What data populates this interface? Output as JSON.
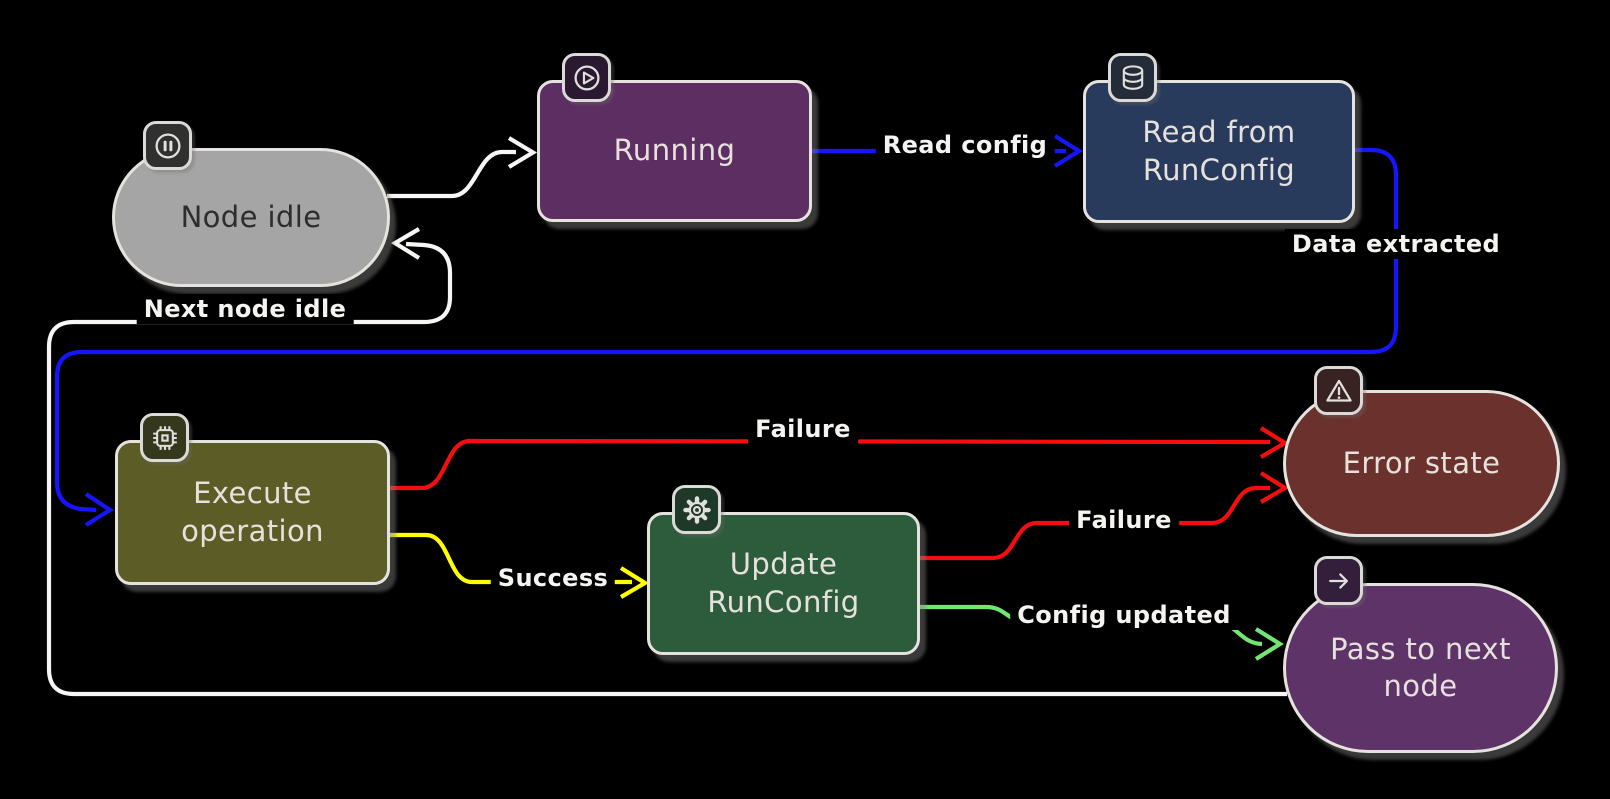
{
  "background": "#000000",
  "nodes": [
    {
      "id": "node-idle",
      "label": "Node idle",
      "icon": "pause-icon",
      "shape": "stadium",
      "fill": "#a5a5a5",
      "badge_fill": "#303030",
      "text_color": "#2d2d2d"
    },
    {
      "id": "running",
      "label": "Running",
      "icon": "play-icon",
      "shape": "rect",
      "fill": "#5d2e62",
      "badge_fill": "#2b1931",
      "text_color": "#e6e1dc"
    },
    {
      "id": "read-runconfig",
      "label": "Read from RunConfig",
      "icon": "database-icon",
      "shape": "rect",
      "fill": "#293b5c",
      "badge_fill": "#232c38",
      "text_color": "#e6e1dc"
    },
    {
      "id": "execute-operation",
      "label": "Execute operation",
      "icon": "cpu-icon",
      "shape": "rect",
      "fill": "#5b5c26",
      "badge_fill": "#35381d",
      "text_color": "#e6e1dc"
    },
    {
      "id": "update-runconfig",
      "label": "Update RunConfig",
      "icon": "gear-icon",
      "shape": "rect",
      "fill": "#2d5c3d",
      "badge_fill": "#1f3929",
      "text_color": "#e6e1dc"
    },
    {
      "id": "error-state",
      "label": "Error state",
      "icon": "warning-icon",
      "shape": "stadium",
      "fill": "#6b322d",
      "badge_fill": "#382322",
      "text_color": "#e6e1dc"
    },
    {
      "id": "pass-next-node",
      "label": "Pass to next node",
      "icon": "arrow-right-icon",
      "shape": "stadium",
      "fill": "#5e3368",
      "badge_fill": "#331f3b",
      "text_color": "#e6e1dc"
    }
  ],
  "edges": [
    {
      "from": "node-idle",
      "to": "running",
      "label": "",
      "color": "#f7f6f4"
    },
    {
      "from": "running",
      "to": "read-runconfig",
      "label": "Read config",
      "color": "#1515ff"
    },
    {
      "from": "read-runconfig",
      "to": "execute-operation",
      "label": "Data extracted",
      "color": "#1515ff"
    },
    {
      "from": "execute-operation",
      "to": "error-state",
      "label": "Failure",
      "color": "#f70d0d"
    },
    {
      "from": "execute-operation",
      "to": "update-runconfig",
      "label": "Success",
      "color": "#ffff00"
    },
    {
      "from": "update-runconfig",
      "to": "error-state",
      "label": "Failure",
      "color": "#f70d0d"
    },
    {
      "from": "update-runconfig",
      "to": "pass-next-node",
      "label": "Config updated",
      "color": "#72e572"
    },
    {
      "from": "pass-next-node",
      "to": "node-idle",
      "label": "Next node idle",
      "color": "#f7f6f4"
    }
  ]
}
